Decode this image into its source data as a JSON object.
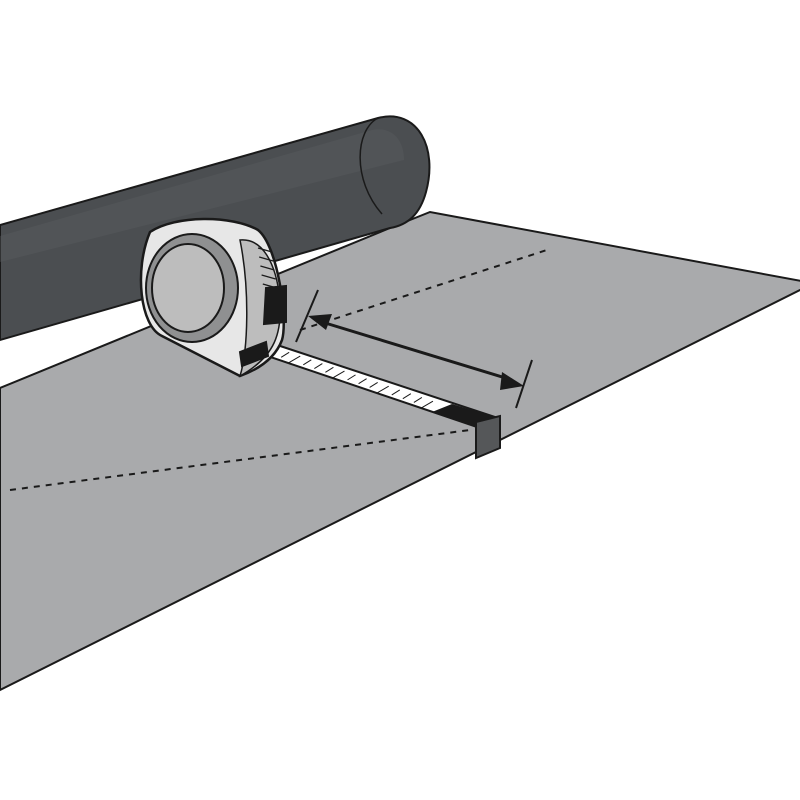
{
  "illustration": {
    "subject": "tape-measure-on-membrane-sheet",
    "colors": {
      "background": "#ffffff",
      "roll": "#4b4e51",
      "roll_highlight": "#5e6164",
      "sheet": "#a9aaac",
      "outline": "#1a1a1a",
      "case_light": "#e7e7e7",
      "case_mid": "#bdbdbd",
      "case_dark": "#8f9091",
      "tape": "#ffffff",
      "hook": "#555759"
    },
    "tape_ticks": 16,
    "case_grip_ribs": 5
  }
}
